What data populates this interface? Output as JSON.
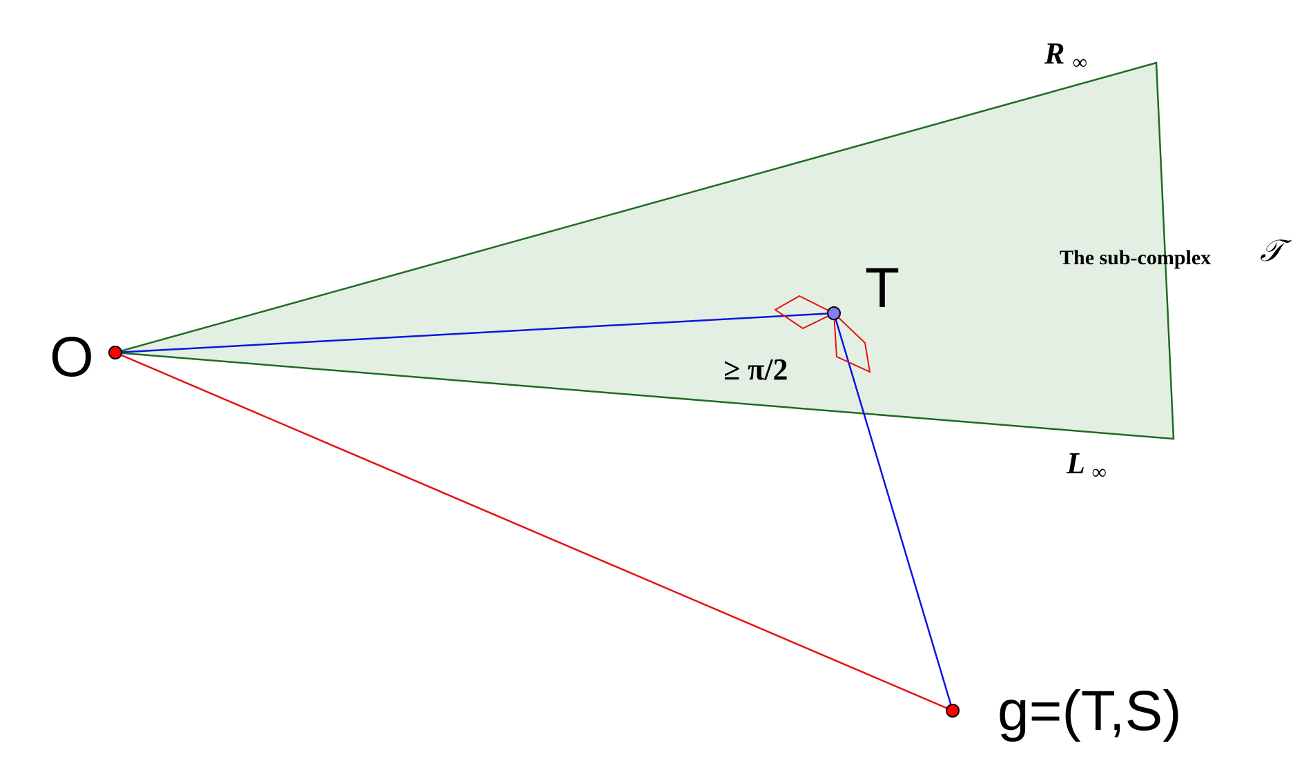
{
  "labels": {
    "origin": "O",
    "point_t": "T",
    "point_g": "g=(T,S)",
    "r_inf_main": "R",
    "r_inf_sub": "∞",
    "l_inf_main": "L",
    "l_inf_sub": "∞",
    "subcomplex_text": "The sub-complex",
    "subcomplex_symbol": "𝒯",
    "angle_text": "≥ π/2"
  },
  "colors": {
    "region_fill": "#e3efe3",
    "region_stroke": "#1f6b1f",
    "blue_line": "#0a14e0",
    "red_line": "#e81010",
    "point_red": "#ff0000",
    "point_blue": "#8080f0"
  }
}
